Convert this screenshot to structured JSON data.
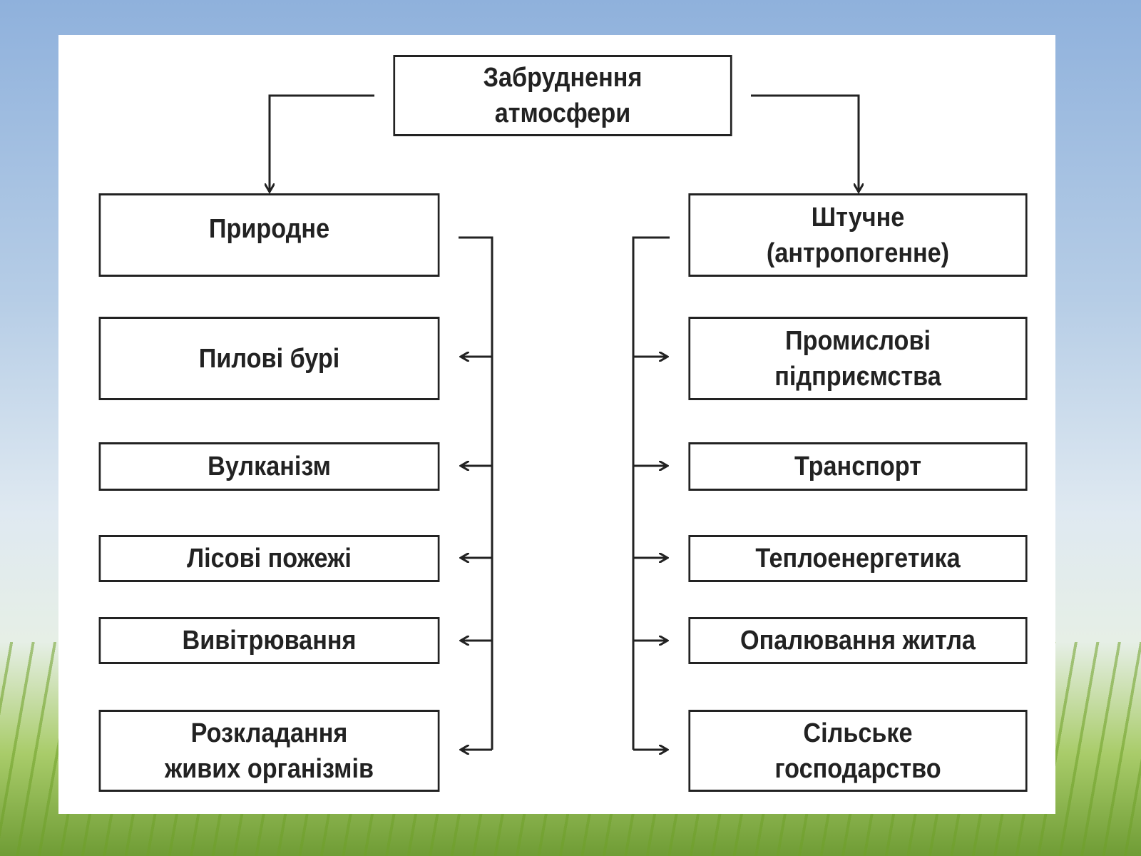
{
  "root": {
    "line1": "Забруднення",
    "line2": "атмосфери"
  },
  "natural": {
    "title": "Природне",
    "items": [
      {
        "lines": [
          "Пилові бурі"
        ]
      },
      {
        "lines": [
          "Вулканізм"
        ]
      },
      {
        "lines": [
          "Лісові пожежі"
        ]
      },
      {
        "lines": [
          "Вивітрювання"
        ]
      },
      {
        "lines": [
          "Розкладання",
          "живих організмів"
        ]
      }
    ]
  },
  "artificial": {
    "title_line1": "Штучне",
    "title_line2": "(антропогенне)",
    "items": [
      {
        "lines": [
          "Промислові",
          "підприємства"
        ]
      },
      {
        "lines": [
          "Транспорт"
        ]
      },
      {
        "lines": [
          "Теплоенергетика"
        ]
      },
      {
        "lines": [
          "Опалювання житла"
        ]
      },
      {
        "lines": [
          "Сільське",
          "господарство"
        ]
      }
    ]
  }
}
